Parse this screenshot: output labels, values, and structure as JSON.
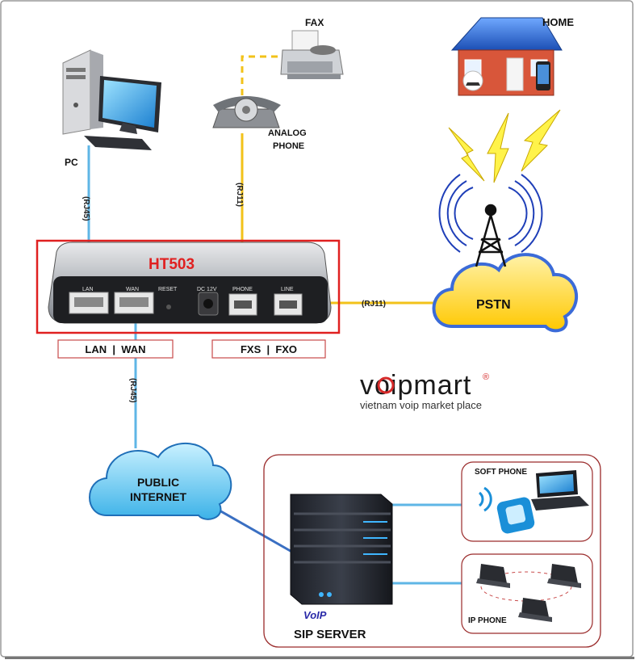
{
  "labels": {
    "pc": "PC",
    "fax": "FAX",
    "home": "HOME",
    "analog_phone_1": "ANALOG",
    "analog_phone_2": "PHONE",
    "device": "HT503",
    "pstn": "PSTN",
    "public_internet_1": "PUBLIC",
    "public_internet_2": "INTERNET",
    "sip_server": "SIP SERVER",
    "soft_phone": "SOFT PHONE",
    "ip_phone": "IP PHONE",
    "lan_wan": "LAN  |  WAN",
    "fxs_fxo": "FXS  |  FXO"
  },
  "cables": {
    "pc_link": "(RJ45)",
    "phone_link": "(RJ11)",
    "line_link": "(RJ11)",
    "wan_link": "(RJ45)"
  },
  "ports": {
    "lan": "LAN",
    "wan": "WAN",
    "reset": "RESET",
    "dc": "DC 12V",
    "phone": "PHONE",
    "line": "LINE"
  },
  "voip_badge": "VoIP",
  "logo": {
    "brand": "voipmart",
    "tagline": "vietnam voip market place",
    "registered": "®"
  },
  "colors": {
    "ethernet_cable": "#5fb6e6",
    "phone_cable": "#f2c21a",
    "cloud": "#7fd3f5",
    "pstn_cloud": "#ffd21f",
    "frame": "#e02020",
    "device_label": "#e02020"
  }
}
